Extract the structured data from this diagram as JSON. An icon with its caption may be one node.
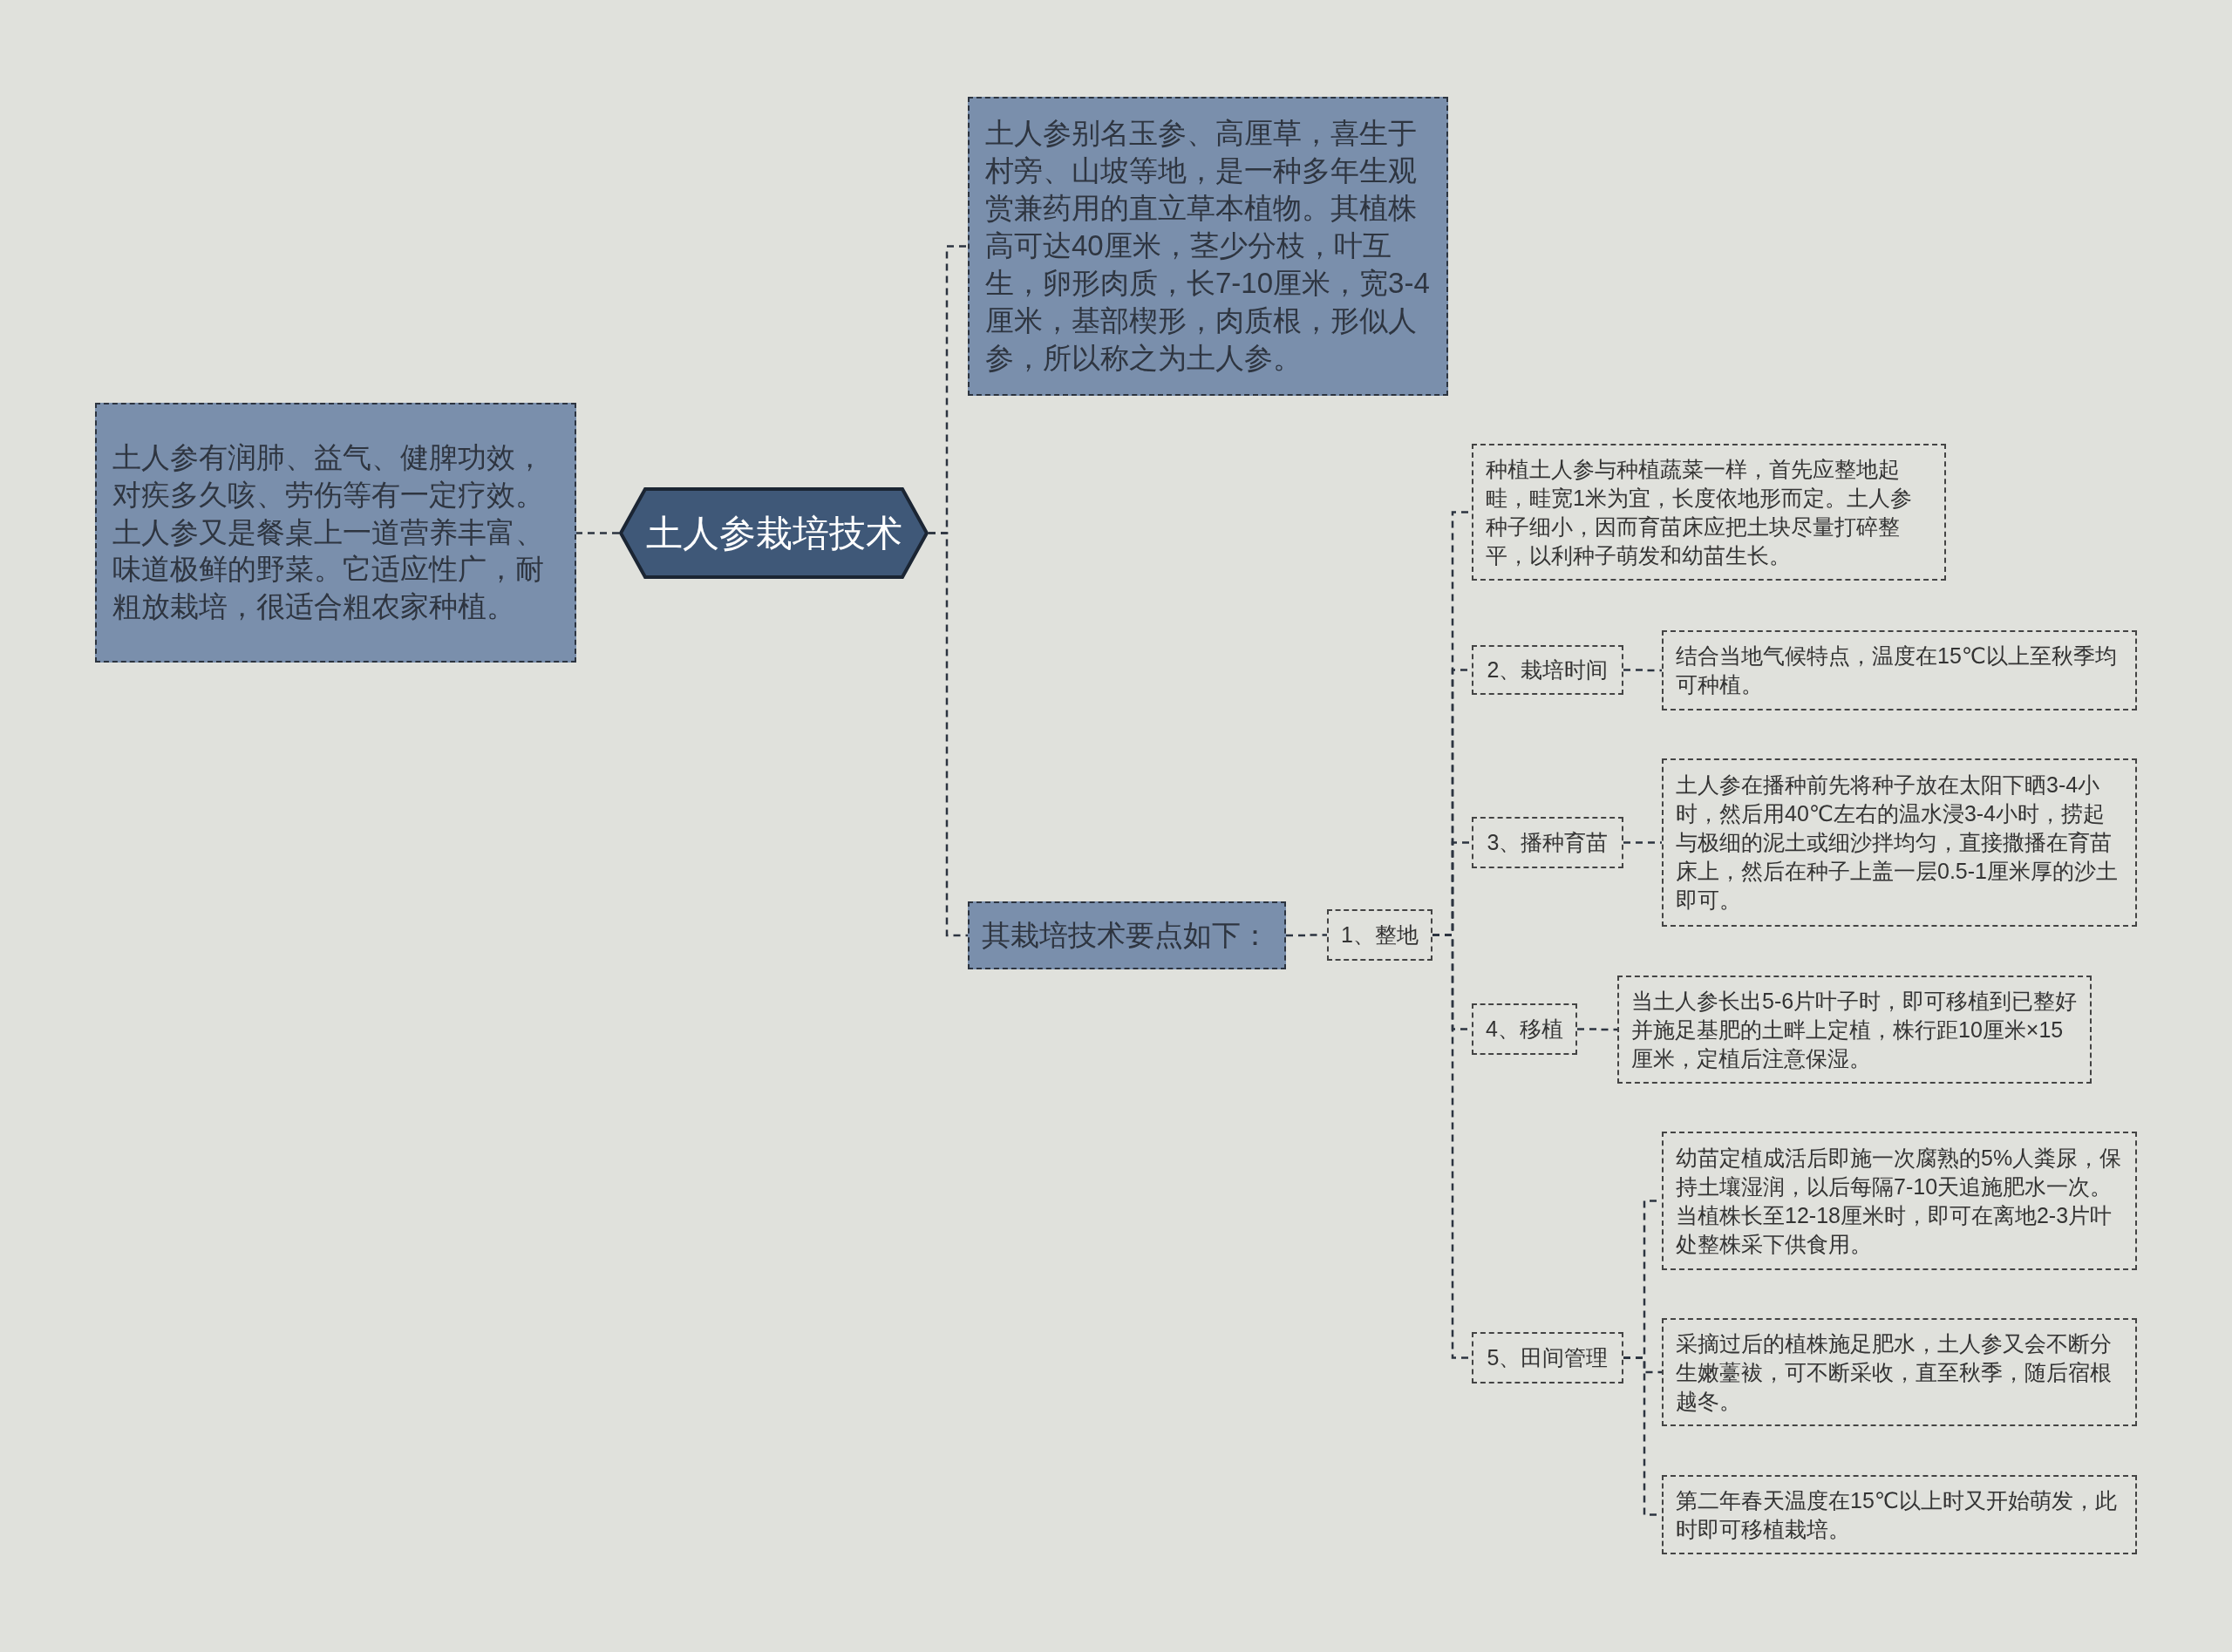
{
  "diagram": {
    "nodes": [
      {
        "text": [
          "土人参有润肺、益气、健脾功效，对疾多久咳、劳伤等有一定疗效。土人参又是餐桌上一道营养丰富、味道极鲜的野菜。它适应性广，耐粗放栽培，很适合粗农家种植。"
        ]
      },
      {
        "text": [
          "土人参栽培技术"
        ]
      },
      {
        "text": [
          "土人参别名玉参、高厘草，喜生于村旁、山坡等地，是一种多年生观赏兼药用的直立草本植物。其植株高可达40厘米，茎少分枝，叶互生，卵形肉质，长7-10厘米，宽3-4厘米，基部楔形，肉质根，形似人参，所以称之为土人参。"
        ]
      },
      {
        "text": [
          "其栽培技术要点如下："
        ]
      },
      {
        "text": [
          "1、整地"
        ]
      },
      {
        "text": [
          "种植土人参与种植蔬菜一样，首先应整地起畦，畦宽1米为宜，长度依地形而定。土人参种子细小，因而育苗床应把土块尽量打碎整平，以利种子萌发和幼苗生长。"
        ]
      },
      {
        "text": [
          "2、栽培时间"
        ]
      },
      {
        "text": [
          "结合当地气候特点，温度在15℃以上至秋季均可种植。"
        ]
      },
      {
        "text": [
          "3、播种育苗"
        ]
      },
      {
        "text": [
          "土人参在播种前先将种子放在太阳下晒3-4小时，然后用40℃左右的温水浸3-4小时，捞起与极细的泥土或细沙拌均匀，直接撒播在育苗床上，然后在种子上盖一层0.5-1厘米厚的沙土即可。"
        ]
      },
      {
        "text": [
          "4、移植"
        ]
      },
      {
        "text": [
          "当土人参长出5-6片叶子时，即可移植到已整好并施足基肥的土畔上定植，株行距10厘米×15厘米，定植后注意保湿。"
        ]
      },
      {
        "text": [
          "5、田间管理"
        ]
      },
      {
        "text": [
          "幼苗定植成活后即施一次腐熟的5%人粪尿，保持土壤湿润，以后每隔7-10天追施肥水一次。当植株长至12-18厘米时，即可在离地2-3片叶处整株采下供食用。"
        ]
      },
      {
        "text": [
          "采摘过后的植株施足肥水，土人参又会不断分生嫩薹袚，可不断采收，直至秋季，随后宿根越冬。"
        ]
      },
      {
        "text": [
          "第二年春天温度在15℃以上时又开始萌发，此时即可移植栽培。"
        ]
      }
    ],
    "edges": [
      {
        "from": 1,
        "to": 0,
        "arrow": "none",
        "style": "dashed"
      },
      {
        "from": 1,
        "to": 2,
        "arrow": "none",
        "style": "dashed"
      },
      {
        "from": 1,
        "to": 3,
        "arrow": "none",
        "style": "dashed"
      },
      {
        "from": 3,
        "to": 4,
        "arrow": "none",
        "style": "dashed"
      },
      {
        "from": 4,
        "to": 5,
        "arrow": "none",
        "style": "dashed"
      },
      {
        "from": 4,
        "to": 6,
        "arrow": "none",
        "style": "dashed"
      },
      {
        "from": 6,
        "to": 7,
        "arrow": "none",
        "style": "dashed"
      },
      {
        "from": 4,
        "to": 8,
        "arrow": "none",
        "style": "dashed"
      },
      {
        "from": 8,
        "to": 9,
        "arrow": "none",
        "style": "dashed"
      },
      {
        "from": 4,
        "to": 10,
        "arrow": "none",
        "style": "dashed"
      },
      {
        "from": 10,
        "to": 11,
        "arrow": "none",
        "style": "dashed"
      },
      {
        "from": 4,
        "to": 12,
        "arrow": "none",
        "style": "dashed"
      },
      {
        "from": 12,
        "to": 13,
        "arrow": "none",
        "style": "dashed"
      },
      {
        "from": 12,
        "to": 14,
        "arrow": "none",
        "style": "dashed"
      },
      {
        "from": 12,
        "to": 15,
        "arrow": "none",
        "style": "dashed"
      }
    ]
  }
}
